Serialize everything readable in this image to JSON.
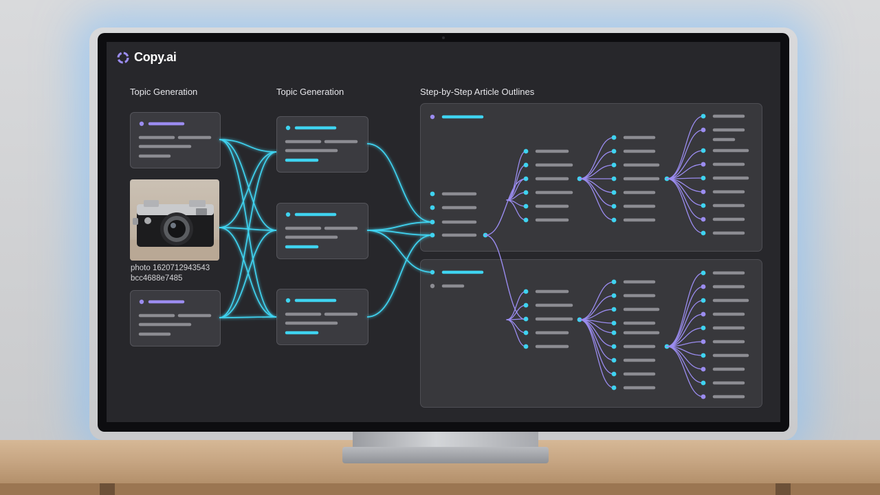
{
  "app": {
    "brand": "Copy.ai",
    "logo_icon": "copyai-logo-icon"
  },
  "columns": [
    {
      "title": "Topic Generation"
    },
    {
      "title": "Topic Generation"
    },
    {
      "title": "Step-by-Step Article Outlines"
    }
  ],
  "image_card": {
    "caption_line1": "photo 1620712943543",
    "caption_line2": "bcc4688e7485"
  },
  "colors": {
    "accent_cyan": "#3fd3f0",
    "accent_purple": "#9b8cf0",
    "placeholder_grey": "#8c8c92",
    "screen_bg": "#27272b",
    "card_bg": "#3b3b40"
  }
}
